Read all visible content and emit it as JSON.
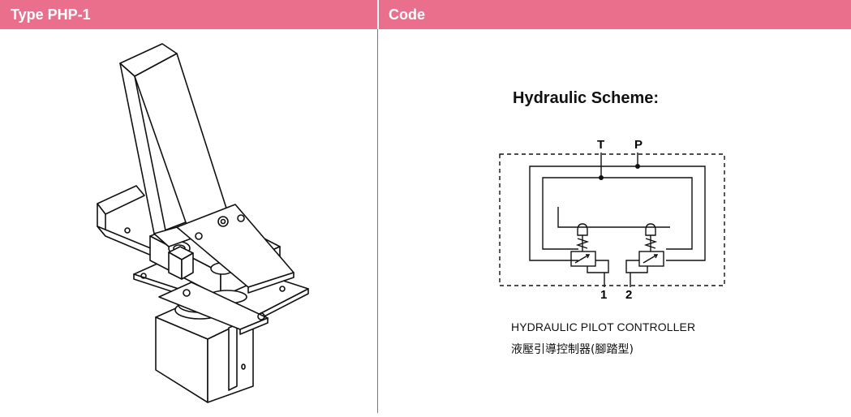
{
  "header": {
    "left_title": "Type PHP-1",
    "right_title": "Code"
  },
  "scheme": {
    "title": "Hydraulic Scheme:",
    "port_t": "T",
    "port_p": "P",
    "port_1": "1",
    "port_2": "2"
  },
  "caption": {
    "english": "HYDRAULIC PILOT CONTROLLER",
    "chinese": "液壓引導控制器(腳踏型)"
  },
  "colors": {
    "header_bg": "#e96f8d",
    "header_text": "#ffffff",
    "line": "#111111"
  },
  "images": {
    "product_drawing": "foot-pedal-pilot-controller-line-drawing"
  }
}
